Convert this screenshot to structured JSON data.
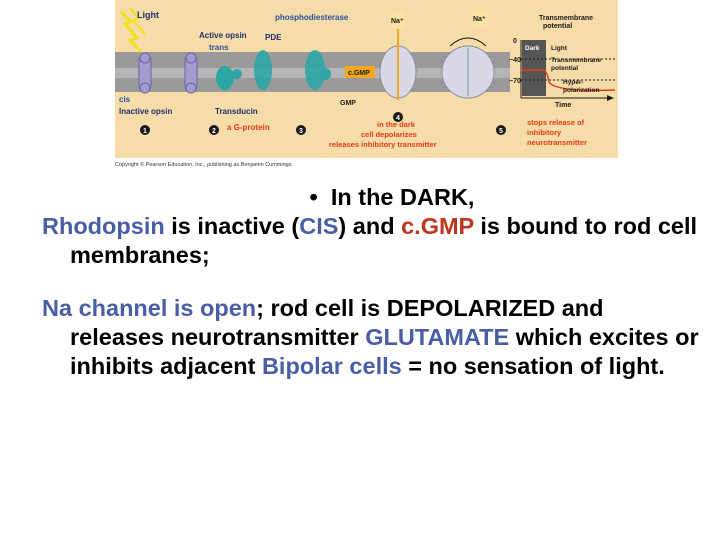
{
  "figure": {
    "labels": {
      "light": "Light",
      "phosphodiesterase": "phosphodiesterase",
      "active_opsin": "Active opsin",
      "trans": "trans",
      "pde": "PDE",
      "cis": "cis",
      "inactive_opsin": "Inactive opsin",
      "transducin": "Transducin",
      "g_protein": "a G-protein",
      "cgmp": "c.GMP",
      "gmp": "GMP",
      "na_plus_1": "Na⁺",
      "na_plus_2": "Na⁺",
      "dark_note": "in the dark\ncell depolarizes\nreleases inhibitory transmitter",
      "stops_note": "stops release of\ninhibitory\nneurotransmitter",
      "copyright": "Copyright © Pearson Education, Inc., publishing as Benjamin Cummings."
    },
    "steps": [
      "1",
      "2",
      "3",
      "4",
      "5"
    ],
    "graph": {
      "title": "Transmembrane\npotential",
      "y_ticks": [
        "0",
        "−40",
        "−70"
      ],
      "dark_label": "Dark",
      "light_label": "Light",
      "tm_label": "Transmembrane\npotential",
      "hyper_label": "Hyper-\npolarization",
      "x_label": "Time"
    },
    "colors": {
      "membrane": "#9a9a9a",
      "band": "#e0e0e0",
      "frame": "#f5dca8",
      "opsin": "#a49ccc",
      "transducin": "#2ea6a6",
      "channel": "#d8d8e6",
      "cgmp": "#f4a820",
      "red_text": "#e33b15",
      "blue_text": "#2d4fa0"
    }
  },
  "text": {
    "bullet": "•",
    "line1": "In the DARK,",
    "p1": {
      "rhodopsin": "Rhodopsin",
      "is_inactive": " is inactive (",
      "cis": "CIS",
      "and": ") and ",
      "cgmp": "c.GMP",
      "bound": " is bound to rod cell membranes;"
    },
    "p2": {
      "na_channel": "Na channel is open",
      "rod_cell": "; rod cell is DEPOLARIZED and releases neurotransmitter ",
      "glutamate": "GLUTAMATE",
      "which": " which excites or inhibits adjacent ",
      "bipolar": "Bipolar cells",
      "end": " = no sensation of light."
    }
  }
}
